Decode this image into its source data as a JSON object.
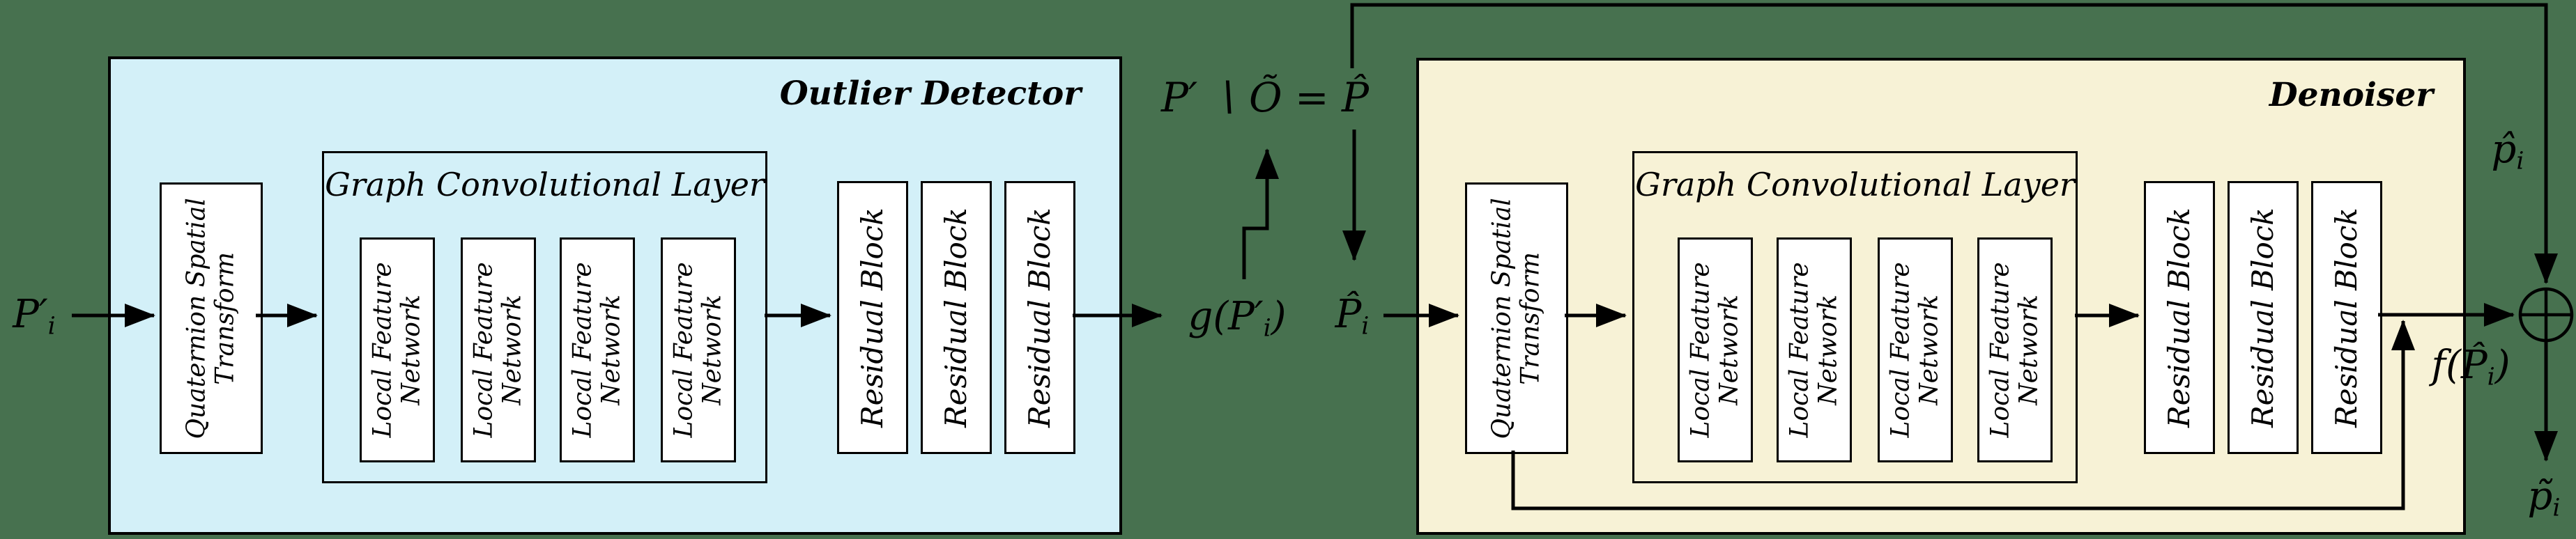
{
  "colors": {
    "canvas-bg": "#47714f",
    "outlier-fill": "#d3f0f8",
    "denoiser-fill": "#f7f2d6",
    "line": "#000000",
    "box-fill": "#ffffff"
  },
  "outlier_detector": {
    "title": "Outlier Detector",
    "qst_label": "Quaternion Spatial Transform",
    "gcl_title": "Graph Convolutional Layer",
    "lfn": [
      "Local Feature Network",
      "Local Feature Network",
      "Local Feature Network",
      "Local Feature Network"
    ],
    "rb": [
      "Residual Block",
      "Residual Block",
      "Residual Block"
    ]
  },
  "denoiser": {
    "title": "Denoiser",
    "qst_label": "Quaternion Spatial Transform",
    "gcl_title": "Graph Convolutional Layer",
    "lfn": [
      "Local Feature Network",
      "Local Feature Network",
      "Local Feature Network",
      "Local Feature Network"
    ],
    "rb": [
      "Residual Block",
      "Residual Block",
      "Residual Block"
    ]
  },
  "math": {
    "input": {
      "pre": "P′",
      "sub": "i",
      "post": ""
    },
    "outlier_output": {
      "pre": "g(P′",
      "sub": "i",
      "post": ")"
    },
    "set_formula": "P′ ∖ Õ = P̂",
    "denoiser_input": {
      "pre": "P̂",
      "sub": "i",
      "post": ""
    },
    "residual_output": {
      "pre": "f(P̂",
      "sub": "i",
      "post": ")"
    },
    "clean_point": {
      "pre": "p̂",
      "sub": "i",
      "post": ""
    },
    "denoised_point": {
      "pre": "p̃",
      "sub": "i",
      "post": ""
    }
  }
}
